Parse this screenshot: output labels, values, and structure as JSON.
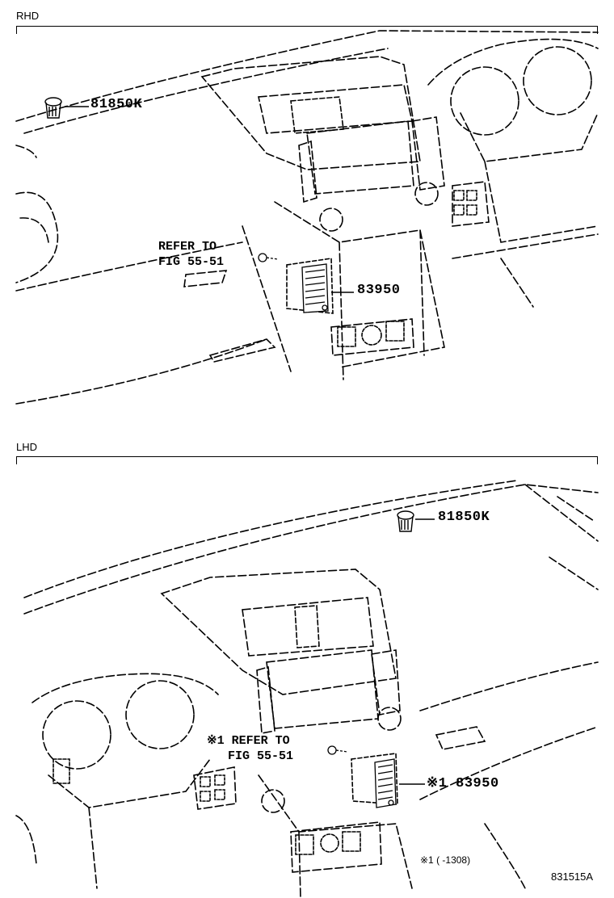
{
  "sections": {
    "rhd": {
      "label": "RHD",
      "part_clip": "81850K",
      "part_module": "83950",
      "refer_line1": "REFER TO",
      "refer_line2": "FIG 55-51"
    },
    "lhd": {
      "label": "LHD",
      "part_clip": "81850K",
      "part_module": "※1 83950",
      "refer_line1": "※1 REFER TO",
      "refer_line2": "FIG 55-51"
    }
  },
  "footnote": "※1 (      -1308)",
  "diagram_code": "831515A"
}
